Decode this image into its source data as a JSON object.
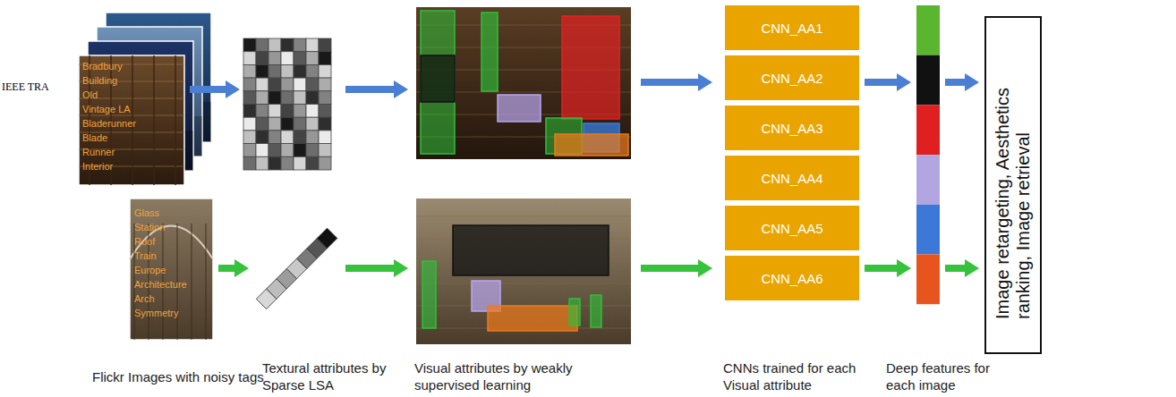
{
  "diagram": {
    "nodes": [
      {
        "text": [
          "CNN_AA1"
        ]
      },
      {
        "text": [
          "CNN_AA2"
        ]
      },
      {
        "text": [
          "CNN_AA3"
        ]
      },
      {
        "text": [
          "CNN_AA4"
        ]
      },
      {
        "text": [
          "CNN_AA5"
        ]
      },
      {
        "text": [
          "CNN_AA6"
        ]
      },
      {
        "text": [
          "Image retargeting, Aesthetics ranking, Image retrieval"
        ]
      }
    ],
    "labels": [
      "IEEE TRA",
      "Bradbury",
      "Building",
      "Old",
      "Vintage LA",
      "Bladerunner",
      "Blade",
      "Runner",
      "Interior",
      "Glass",
      "Station",
      "Roof",
      "Train",
      "Europe",
      "Architecture",
      "Arch",
      "Symmetry",
      "Flickr Images with noisy tags",
      "Textural attributes by Sparse LSA",
      "Visual attributes by weakly supervised learning",
      "CNNs trained for each Visual attribute",
      "Deep features for each image"
    ]
  }
}
